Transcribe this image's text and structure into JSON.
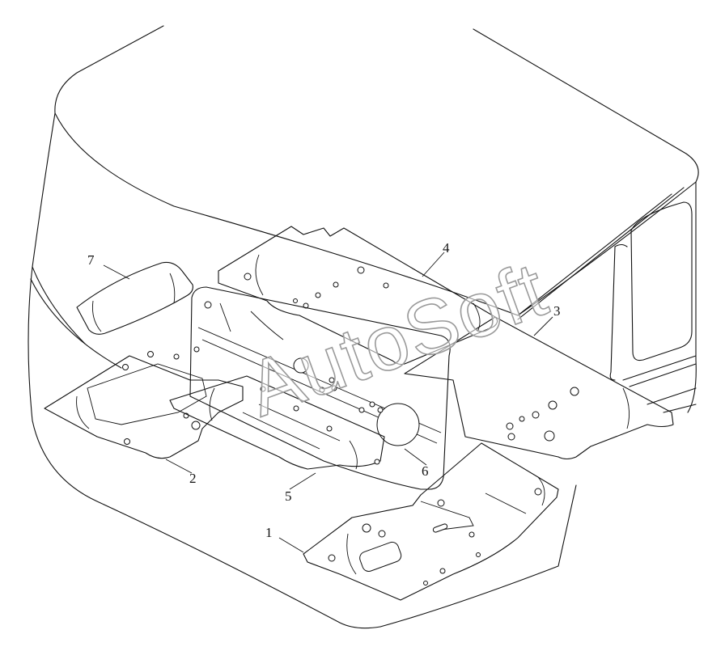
{
  "watermark": "AutoSoft",
  "callouts": [
    {
      "id": "1",
      "label": "1"
    },
    {
      "id": "2",
      "label": "2"
    },
    {
      "id": "3",
      "label": "3"
    },
    {
      "id": "4",
      "label": "4"
    },
    {
      "id": "5",
      "label": "5"
    },
    {
      "id": "6",
      "label": "6"
    },
    {
      "id": "7",
      "label": "7"
    }
  ],
  "colors": {
    "line": "#111111",
    "watermark_stroke": "#9a9a9a",
    "background": "#ffffff"
  }
}
